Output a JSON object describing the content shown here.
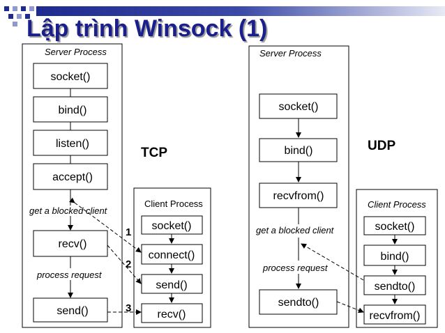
{
  "title": "Lập trình Winsock (1)",
  "tcp": {
    "label": "TCP",
    "server": {
      "title": "Server Process",
      "boxes": [
        "socket()",
        "bind()",
        "listen()",
        "accept()",
        "recv()",
        "send()"
      ],
      "blocked_note": "get a blocked client",
      "process_note": "process request"
    },
    "client": {
      "title": "Client Process",
      "boxes": [
        "socket()",
        "connect()",
        "send()",
        "recv()"
      ]
    },
    "steps": [
      "1",
      "2",
      "3"
    ]
  },
  "udp": {
    "label": "UDP",
    "server": {
      "title": "Server Process",
      "boxes": [
        "socket()",
        "bind()",
        "recvfrom()",
        "sendto()"
      ],
      "blocked_note": "get a blocked client",
      "process_note": "process request"
    },
    "client": {
      "title": "Client Process",
      "boxes": [
        "socket()",
        "bind()",
        "sendto()",
        "recvfrom()"
      ]
    }
  }
}
